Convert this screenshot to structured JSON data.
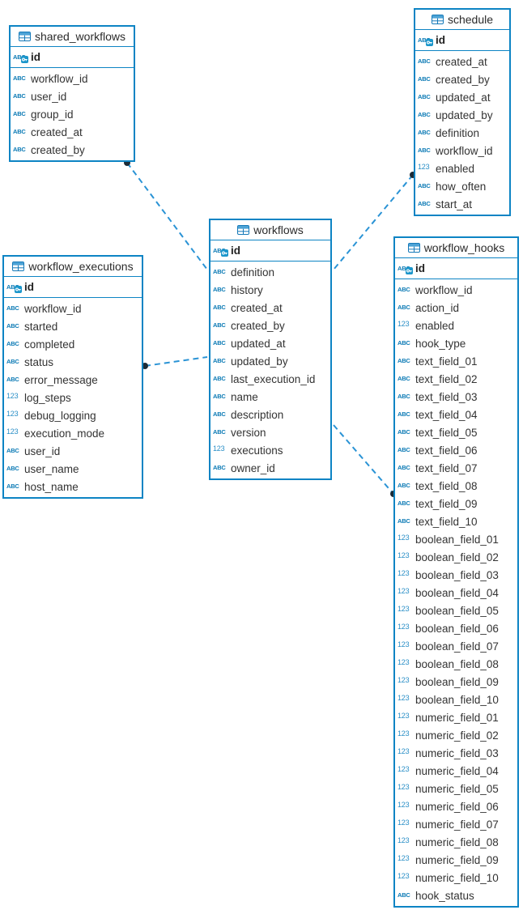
{
  "diagram": {
    "icons": {
      "text_glyph": "ABC",
      "numeric_glyph": "123"
    },
    "colors": {
      "entity_border": "#0d84c4",
      "relationship_line": "#2a93d5",
      "relationship_dot": "#1c2b36",
      "text_type_icon": "#0b7ab5",
      "numeric_type_icon": "#2a8fc7",
      "column_text": "#333333",
      "background": "#ffffff"
    },
    "tables": [
      {
        "name": "shared_workflows",
        "pk": {
          "name": "id",
          "type": "text"
        },
        "columns": [
          {
            "name": "workflow_id",
            "type": "text"
          },
          {
            "name": "user_id",
            "type": "text"
          },
          {
            "name": "group_id",
            "type": "text"
          },
          {
            "name": "created_at",
            "type": "text"
          },
          {
            "name": "created_by",
            "type": "text"
          }
        ]
      },
      {
        "name": "schedule",
        "pk": {
          "name": "id",
          "type": "text"
        },
        "columns": [
          {
            "name": "created_at",
            "type": "text"
          },
          {
            "name": "created_by",
            "type": "text"
          },
          {
            "name": "updated_at",
            "type": "text"
          },
          {
            "name": "updated_by",
            "type": "text"
          },
          {
            "name": "definition",
            "type": "text"
          },
          {
            "name": "workflow_id",
            "type": "text"
          },
          {
            "name": "enabled",
            "type": "numeric"
          },
          {
            "name": "how_often",
            "type": "text"
          },
          {
            "name": "start_at",
            "type": "text"
          }
        ]
      },
      {
        "name": "workflows",
        "pk": {
          "name": "id",
          "type": "text"
        },
        "columns": [
          {
            "name": "definition",
            "type": "text"
          },
          {
            "name": "history",
            "type": "text"
          },
          {
            "name": "created_at",
            "type": "text"
          },
          {
            "name": "created_by",
            "type": "text"
          },
          {
            "name": "updated_at",
            "type": "text"
          },
          {
            "name": "updated_by",
            "type": "text"
          },
          {
            "name": "last_execution_id",
            "type": "text"
          },
          {
            "name": "name",
            "type": "text"
          },
          {
            "name": "description",
            "type": "text"
          },
          {
            "name": "version",
            "type": "text"
          },
          {
            "name": "executions",
            "type": "numeric"
          },
          {
            "name": "owner_id",
            "type": "text"
          }
        ]
      },
      {
        "name": "workflow_executions",
        "pk": {
          "name": "id",
          "type": "text"
        },
        "columns": [
          {
            "name": "workflow_id",
            "type": "text"
          },
          {
            "name": "started",
            "type": "text"
          },
          {
            "name": "completed",
            "type": "text"
          },
          {
            "name": "status",
            "type": "text"
          },
          {
            "name": "error_message",
            "type": "text"
          },
          {
            "name": "log_steps",
            "type": "numeric"
          },
          {
            "name": "debug_logging",
            "type": "numeric"
          },
          {
            "name": "execution_mode",
            "type": "numeric"
          },
          {
            "name": "user_id",
            "type": "text"
          },
          {
            "name": "user_name",
            "type": "text"
          },
          {
            "name": "host_name",
            "type": "text"
          }
        ]
      },
      {
        "name": "workflow_hooks",
        "pk": {
          "name": "id",
          "type": "text"
        },
        "columns": [
          {
            "name": "workflow_id",
            "type": "text"
          },
          {
            "name": "action_id",
            "type": "text"
          },
          {
            "name": "enabled",
            "type": "numeric"
          },
          {
            "name": "hook_type",
            "type": "text"
          },
          {
            "name": "text_field_01",
            "type": "text"
          },
          {
            "name": "text_field_02",
            "type": "text"
          },
          {
            "name": "text_field_03",
            "type": "text"
          },
          {
            "name": "text_field_04",
            "type": "text"
          },
          {
            "name": "text_field_05",
            "type": "text"
          },
          {
            "name": "text_field_06",
            "type": "text"
          },
          {
            "name": "text_field_07",
            "type": "text"
          },
          {
            "name": "text_field_08",
            "type": "text"
          },
          {
            "name": "text_field_09",
            "type": "text"
          },
          {
            "name": "text_field_10",
            "type": "text"
          },
          {
            "name": "boolean_field_01",
            "type": "numeric"
          },
          {
            "name": "boolean_field_02",
            "type": "numeric"
          },
          {
            "name": "boolean_field_03",
            "type": "numeric"
          },
          {
            "name": "boolean_field_04",
            "type": "numeric"
          },
          {
            "name": "boolean_field_05",
            "type": "numeric"
          },
          {
            "name": "boolean_field_06",
            "type": "numeric"
          },
          {
            "name": "boolean_field_07",
            "type": "numeric"
          },
          {
            "name": "boolean_field_08",
            "type": "numeric"
          },
          {
            "name": "boolean_field_09",
            "type": "numeric"
          },
          {
            "name": "boolean_field_10",
            "type": "numeric"
          },
          {
            "name": "numeric_field_01",
            "type": "numeric"
          },
          {
            "name": "numeric_field_02",
            "type": "numeric"
          },
          {
            "name": "numeric_field_03",
            "type": "numeric"
          },
          {
            "name": "numeric_field_04",
            "type": "numeric"
          },
          {
            "name": "numeric_field_05",
            "type": "numeric"
          },
          {
            "name": "numeric_field_06",
            "type": "numeric"
          },
          {
            "name": "numeric_field_07",
            "type": "numeric"
          },
          {
            "name": "numeric_field_08",
            "type": "numeric"
          },
          {
            "name": "numeric_field_09",
            "type": "numeric"
          },
          {
            "name": "numeric_field_10",
            "type": "numeric"
          },
          {
            "name": "hook_status",
            "type": "text"
          }
        ]
      }
    ],
    "relationships": [
      {
        "from_table": "shared_workflows",
        "to_table": "workflows",
        "via": "workflow_id"
      },
      {
        "from_table": "schedule",
        "to_table": "workflows",
        "via": "workflow_id"
      },
      {
        "from_table": "workflow_executions",
        "to_table": "workflows",
        "via": "workflow_id"
      },
      {
        "from_table": "workflow_hooks",
        "to_table": "workflows",
        "via": "workflow_id"
      }
    ]
  }
}
